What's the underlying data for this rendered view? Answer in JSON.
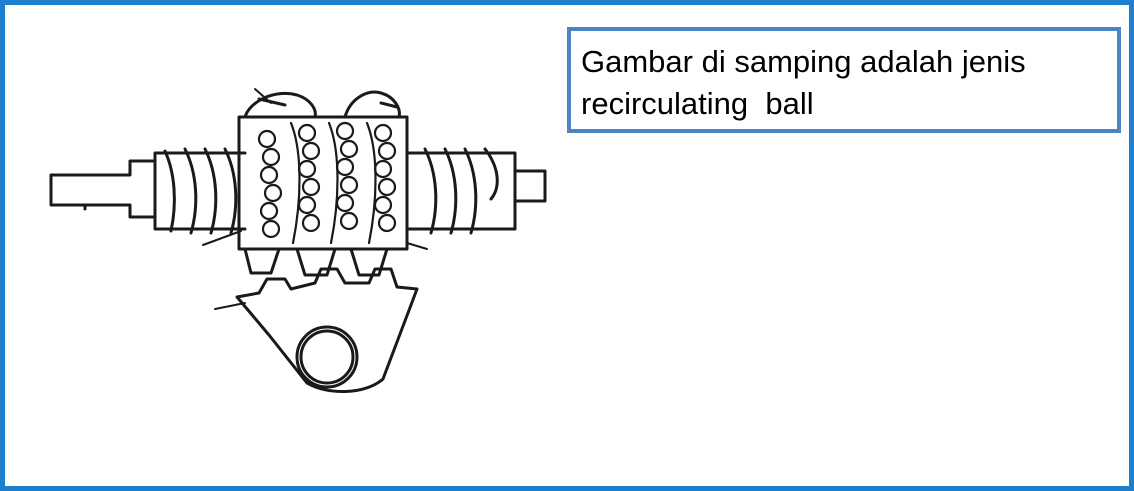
{
  "caption": {
    "line1": "Gambar di samping adalah jenis",
    "line2": "recirculating  ball"
  },
  "colors": {
    "outer_frame": "#1e7fcf",
    "caption_border": "#4d84c6",
    "line_art": "#1a1a1a"
  },
  "diagram": {
    "icon": "recirculating-ball-steering-gear"
  }
}
